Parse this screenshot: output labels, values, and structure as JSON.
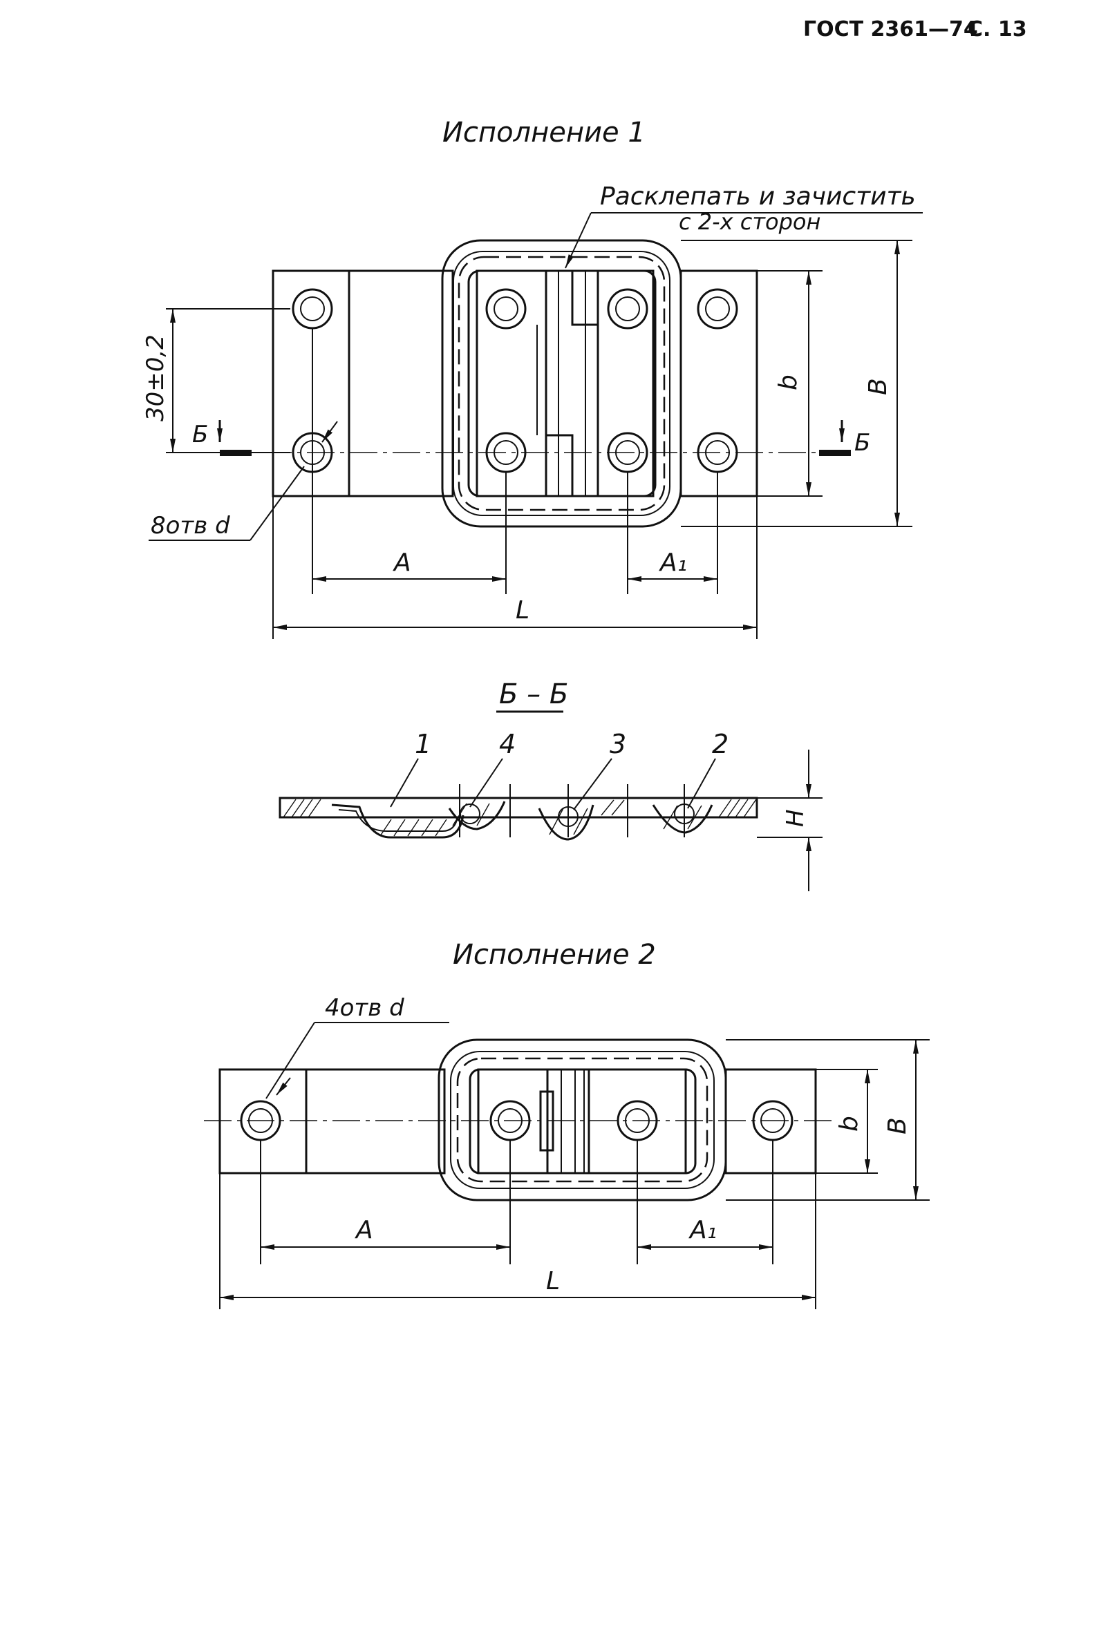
{
  "header": {
    "standard": "ГОСТ 2361—74",
    "page": "С. 13"
  },
  "view1": {
    "title": "Исполнение 1",
    "note_line1": "Расклепать и зачистить",
    "note_line2": "с 2-х сторон",
    "tol_dim": "30±0,2",
    "section_mark": "Б",
    "holes_note": "8отв d",
    "dim_A": "A",
    "dim_A1": "A₁",
    "dim_L": "L",
    "dim_b": "b",
    "dim_B": "B"
  },
  "section": {
    "title": "Б – Б",
    "pos1": "1",
    "pos2": "2",
    "pos3": "3",
    "pos4": "4",
    "dim_H": "H"
  },
  "view2": {
    "title": "Исполнение 2",
    "holes_note": "4отв d",
    "dim_A": "A",
    "dim_A1": "A₁",
    "dim_L": "L",
    "dim_b": "b",
    "dim_B": "B"
  }
}
